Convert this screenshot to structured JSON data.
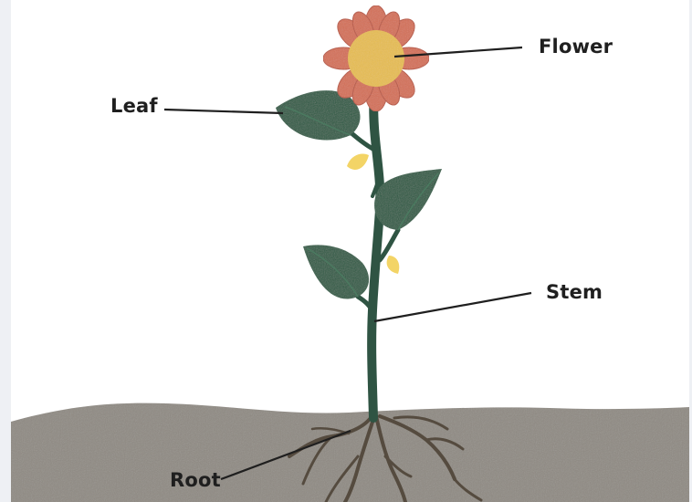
{
  "labels": {
    "flower": "Flower",
    "leaf": "Leaf",
    "stem": "Stem",
    "root": "Root"
  },
  "colors": {
    "background": "#ffffff",
    "soil": "#8f8a83",
    "stem": "#2f5443",
    "leaf": "#2e5b44",
    "petal": "#d46f57",
    "flower_center": "#e7bd4f",
    "bud": "#f3d466",
    "root": "#554b3f",
    "leader_line": "#1f1f1f"
  },
  "icons": [
    "flower-icon",
    "leaf-icon",
    "stem-icon",
    "root-icon"
  ]
}
